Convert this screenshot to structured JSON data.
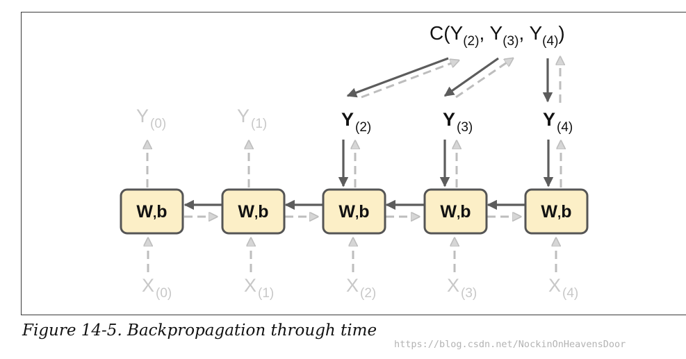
{
  "diagram": {
    "cost_label": {
      "prefix": "C(Y",
      "s1": "(2)",
      "m1": ", Y",
      "s2": "(3)",
      "m2": ", Y",
      "s3": "(4)",
      "suffix": ")"
    },
    "cells": [
      {
        "w": "W",
        "comma": ",",
        "b": "b",
        "output": "Y",
        "output_sub": "(0)",
        "input": "X",
        "input_sub": "(0)",
        "active": false
      },
      {
        "w": "W",
        "comma": ",",
        "b": "b",
        "output": "Y",
        "output_sub": "(1)",
        "input": "X",
        "input_sub": "(1)",
        "active": false
      },
      {
        "w": "W",
        "comma": ",",
        "b": "b",
        "output": "Y",
        "output_sub": "(2)",
        "input": "X",
        "input_sub": "(2)",
        "active": true
      },
      {
        "w": "W",
        "comma": ",",
        "b": "b",
        "output": "Y",
        "output_sub": "(3)",
        "input": "X",
        "input_sub": "(3)",
        "active": true
      },
      {
        "w": "W",
        "comma": ",",
        "b": "b",
        "output": "Y",
        "output_sub": "(4)",
        "input": "X",
        "input_sub": "(4)",
        "active": true
      }
    ],
    "colors": {
      "cell_fill": "#fcefc7",
      "cell_border": "#555555",
      "dark_arrow": "#5c5c5c",
      "faded": "#c2c2c2",
      "faded_dash": "#bdbdbd"
    }
  },
  "caption": "Figure 14-5. Backpropagation through time",
  "watermark": "https://blog.csdn.net/NockinOnHeavensDoor"
}
